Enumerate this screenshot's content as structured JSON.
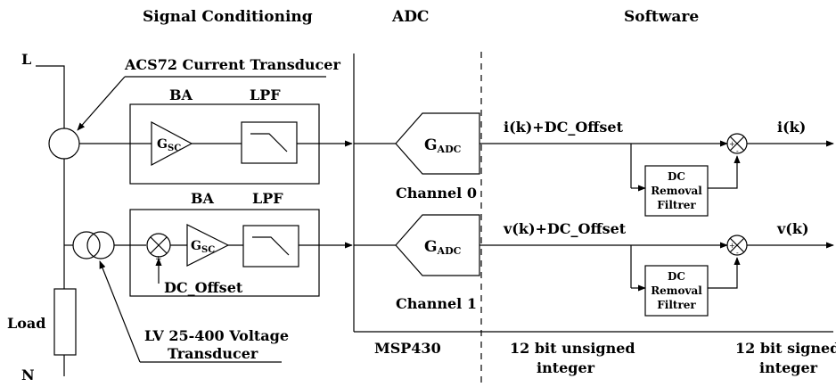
{
  "headers": {
    "signal_conditioning": "Signal Conditioning",
    "adc": "ADC",
    "software": "Software"
  },
  "lines": {
    "l": "L",
    "n": "N",
    "load": "Load"
  },
  "transducers": {
    "current": "ACS72 Current Transducer",
    "voltage_line1": "LV 25-400 Voltage",
    "voltage_line2": "Transducer"
  },
  "conditioning": {
    "ba": "BA",
    "lpf": "LPF",
    "gain_base": "G",
    "gain_sub": "SC",
    "dc_offset": "DC_Offset",
    "plus": "+"
  },
  "adc": {
    "gain_base": "G",
    "gain_sub": "ADC",
    "channel0": "Channel 0",
    "channel1": "Channel 1",
    "mcu": "MSP430"
  },
  "software": {
    "i_in": "i(k)+DC_Offset",
    "v_in": "v(k)+DC_Offset",
    "i_out": "i(k)",
    "v_out": "v(k)",
    "filter_line1": "DC",
    "filter_line2": "Removal",
    "filter_line3": "Filtrer",
    "sum_plus": "+",
    "sum_minus": "-",
    "unsigned_line1": "12 bit unsigned",
    "unsigned_line2": "integer",
    "signed_line1": "12 bit signed",
    "signed_line2": "integer"
  }
}
